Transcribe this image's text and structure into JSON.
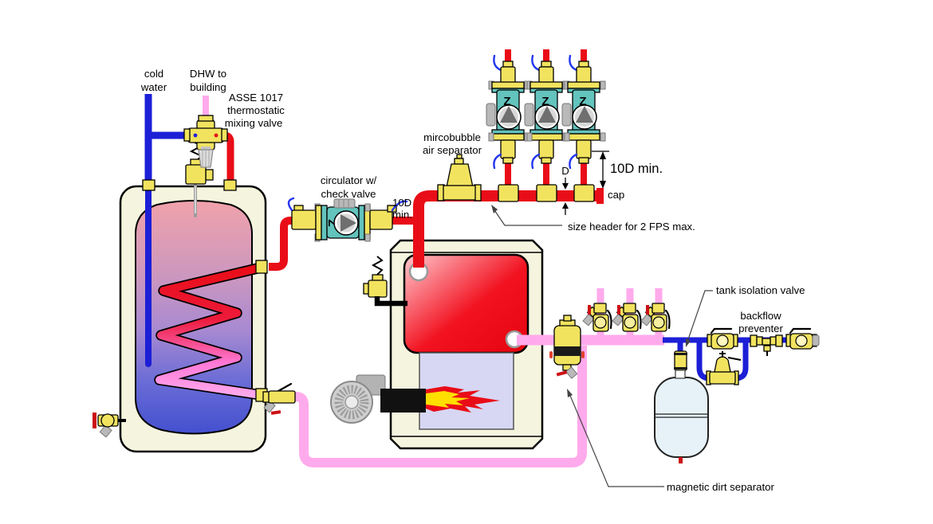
{
  "labels": {
    "cold_water": [
      "cold",
      "water"
    ],
    "dhw": [
      "DHW to",
      "building"
    ],
    "mixing_valve": [
      "ASSE 1017",
      "thermostatic",
      "mixing valve"
    ],
    "circulator": [
      "circulator w/",
      "check valve"
    ],
    "min_distance_small": [
      "10D",
      "min."
    ],
    "air_separator": [
      "mircobubble",
      "air separator"
    ],
    "diameter": "D",
    "min_distance_large": "10D min.",
    "cap": "cap",
    "header_note": "size header for 2 FPS max.",
    "tank_isolation_valve": "tank isolation valve",
    "backflow_preventer": [
      "backflow",
      "preventer"
    ],
    "dirt_separator": "magnetic dirt separator",
    "pump_letter": "Z"
  },
  "colors": {
    "hot_supply_pipe": "#e90d17",
    "cold_water_pipe": "#1c1fd6",
    "warm_return_pipe": "#ffaaec",
    "brass_fitting": "#f2e35f",
    "pump_body": "#63c3bd",
    "equipment_casing": "#f5f5df",
    "combustion_chamber": "#d7d7f3",
    "expansion_tank": "#e6f2f8",
    "flame_inner": "#ffdf00"
  }
}
